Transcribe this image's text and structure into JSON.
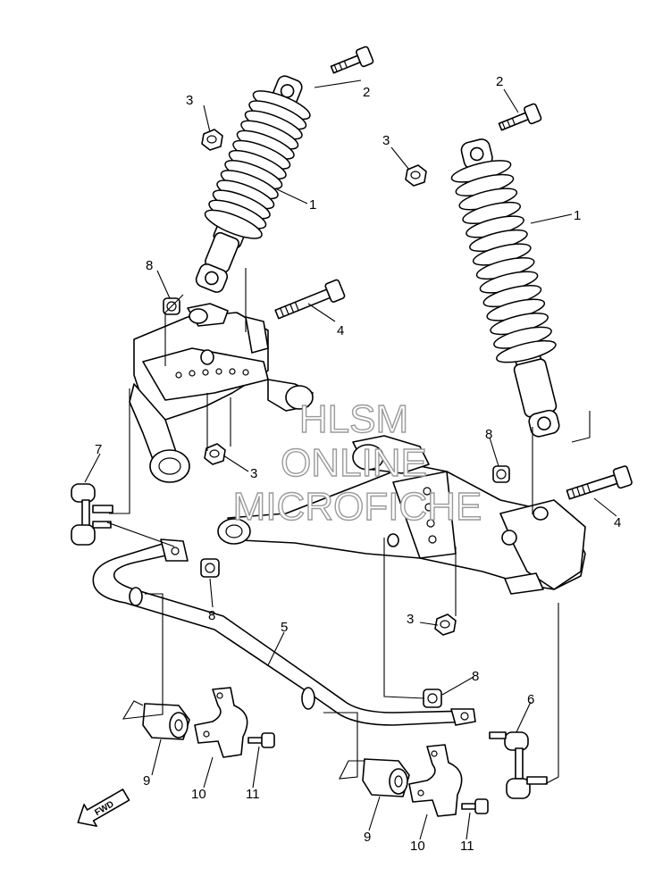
{
  "watermark": {
    "line1": "HLSM",
    "line2": "ONLINE",
    "line3": "MICROFICHE",
    "color": "#9a9a9a"
  },
  "direction_marker": {
    "label": "FWD"
  },
  "callouts": [
    {
      "id": "c2a",
      "number": "2"
    },
    {
      "id": "c3a",
      "number": "3"
    },
    {
      "id": "c1a",
      "number": "1"
    },
    {
      "id": "c8a",
      "number": "8"
    },
    {
      "id": "c4a",
      "number": "4"
    },
    {
      "id": "c2b",
      "number": "2"
    },
    {
      "id": "c3b",
      "number": "3"
    },
    {
      "id": "c1b",
      "number": "1"
    },
    {
      "id": "c7",
      "number": "7"
    },
    {
      "id": "c3c",
      "number": "3"
    },
    {
      "id": "c8b",
      "number": "8"
    },
    {
      "id": "c4b",
      "number": "4"
    },
    {
      "id": "c8c",
      "number": "8"
    },
    {
      "id": "c5",
      "number": "5"
    },
    {
      "id": "c3d",
      "number": "3"
    },
    {
      "id": "c8d",
      "number": "8"
    },
    {
      "id": "c6",
      "number": "6"
    },
    {
      "id": "c9a",
      "number": "9"
    },
    {
      "id": "c10a",
      "number": "10"
    },
    {
      "id": "c11a",
      "number": "11"
    },
    {
      "id": "c9b",
      "number": "9"
    },
    {
      "id": "c10b",
      "number": "10"
    },
    {
      "id": "c11b",
      "number": "11"
    }
  ]
}
